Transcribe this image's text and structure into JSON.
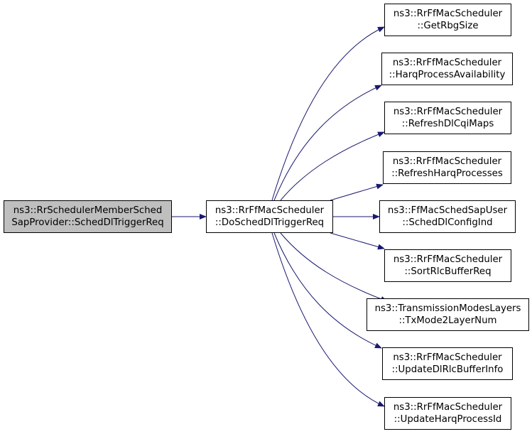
{
  "colors": {
    "edge": "#191970",
    "node_border": "#000000",
    "node_fill": "#ffffff",
    "root_fill": "#bfbfbf",
    "text": "#000000"
  },
  "root": {
    "line1": "ns3::RrSchedulerMemberSched",
    "line2": "SapProvider::SchedDlTriggerReq"
  },
  "middle": {
    "line1": "ns3::RrFfMacScheduler",
    "line2": "::DoSchedDlTriggerReq"
  },
  "callees": [
    {
      "line1": "ns3::RrFfMacScheduler",
      "line2": "::GetRbgSize"
    },
    {
      "line1": "ns3::RrFfMacScheduler",
      "line2": "::HarqProcessAvailability"
    },
    {
      "line1": "ns3::RrFfMacScheduler",
      "line2": "::RefreshDlCqiMaps"
    },
    {
      "line1": "ns3::RrFfMacScheduler",
      "line2": "::RefreshHarqProcesses"
    },
    {
      "line1": "ns3::FfMacSchedSapUser",
      "line2": "::SchedDlConfigInd"
    },
    {
      "line1": "ns3::RrFfMacScheduler",
      "line2": "::SortRlcBufferReq"
    },
    {
      "line1": "ns3::TransmissionModesLayers",
      "line2": "::TxMode2LayerNum"
    },
    {
      "line1": "ns3::RrFfMacScheduler",
      "line2": "::UpdateDlRlcBufferInfo"
    },
    {
      "line1": "ns3::RrFfMacScheduler",
      "line2": "::UpdateHarqProcessId"
    }
  ]
}
